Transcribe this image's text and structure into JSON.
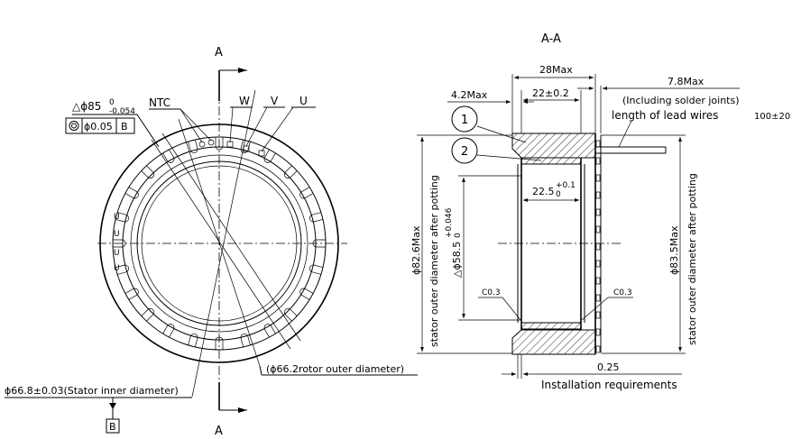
{
  "labels": {
    "section_top": "A",
    "section_bottom": "A",
    "section_view": "A-A",
    "ntc": "NTC",
    "phase_w": "W",
    "phase_v": "V",
    "phase_u": "U",
    "outer_dia_tol_main": "△ϕ85",
    "outer_dia_tol_up": "0",
    "outer_dia_tol_low": "-0.054",
    "concentricity_value": "ϕ0.05",
    "concentricity_datum": "B",
    "rotor_outer": "(ϕ66.2rotor outer diameter)",
    "stator_inner": "ϕ66.8±0.03(Stator inner diameter)",
    "datum_b": "B",
    "circle_1": "1",
    "circle_2": "2",
    "dim_28max": "28Max",
    "dim_22": "22±0.2",
    "dim_4_2max": "4.2Max",
    "dim_7_8max": "7.8Max",
    "solder_note": "(Including solder joints)",
    "lead_wire_note": "length of lead wires",
    "lead_wire_value": "100±20",
    "dim_22_5": "22.5",
    "dim_22_5_tol_up": "+0.1",
    "dim_22_5_tol_low": "0",
    "dim_58_5": "△ϕ58.5",
    "dim_58_5_tol_up": "+0.046",
    "dim_58_5_tol_low": "0",
    "dim_82_6": "ϕ82.6Max",
    "dim_83_5": "ϕ83.5Max",
    "stator_potting_left": "stator outer diameter after potting",
    "stator_potting_right": "stator outer diameter after potting",
    "chamfer_left": "C0.3",
    "chamfer_right": "C0.3",
    "dim_0_25": "0.25",
    "install_req": "Installation requirements",
    "coil_mark_1": "U",
    "coil_mark_2": "U",
    "coil_mark_3": "U",
    "coil_mark_4": "U"
  },
  "colors": {
    "line": "#000000",
    "background": "#ffffff"
  }
}
